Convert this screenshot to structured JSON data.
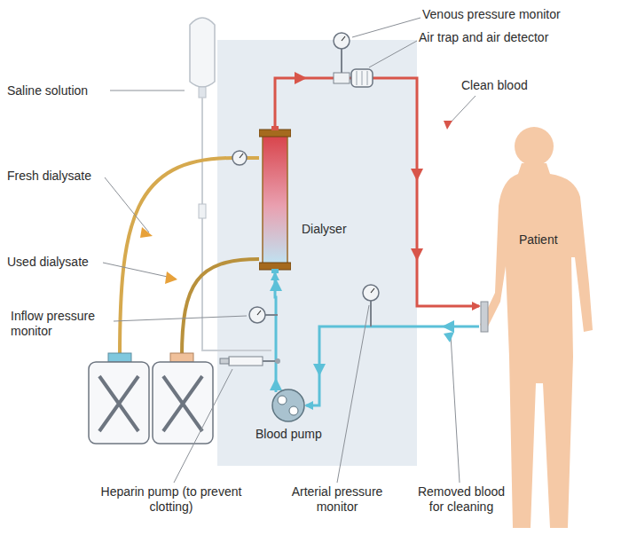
{
  "diagram": {
    "nodes": [
      {
        "text": [
          "Dialyser"
        ]
      },
      {
        "text": [
          "Patient"
        ]
      },
      {
        "text": [
          "Blood pump"
        ]
      }
    ],
    "edges": [
      {
        "from": 0,
        "to": 1,
        "arrow": "to"
      },
      {
        "from": 1,
        "to": 2,
        "arrow": "to"
      },
      {
        "from": 2,
        "to": 0,
        "arrow": "to"
      }
    ],
    "labels": [
      "Venous pressure monitor",
      "Air trap and air detector",
      "Clean blood",
      "Saline solution",
      "Fresh dialysate",
      "Used dialysate",
      "Inflow pressure monitor",
      "Heparin pump (to prevent clotting)",
      "Arterial pressure monitor",
      "Removed blood for cleaning"
    ]
  }
}
